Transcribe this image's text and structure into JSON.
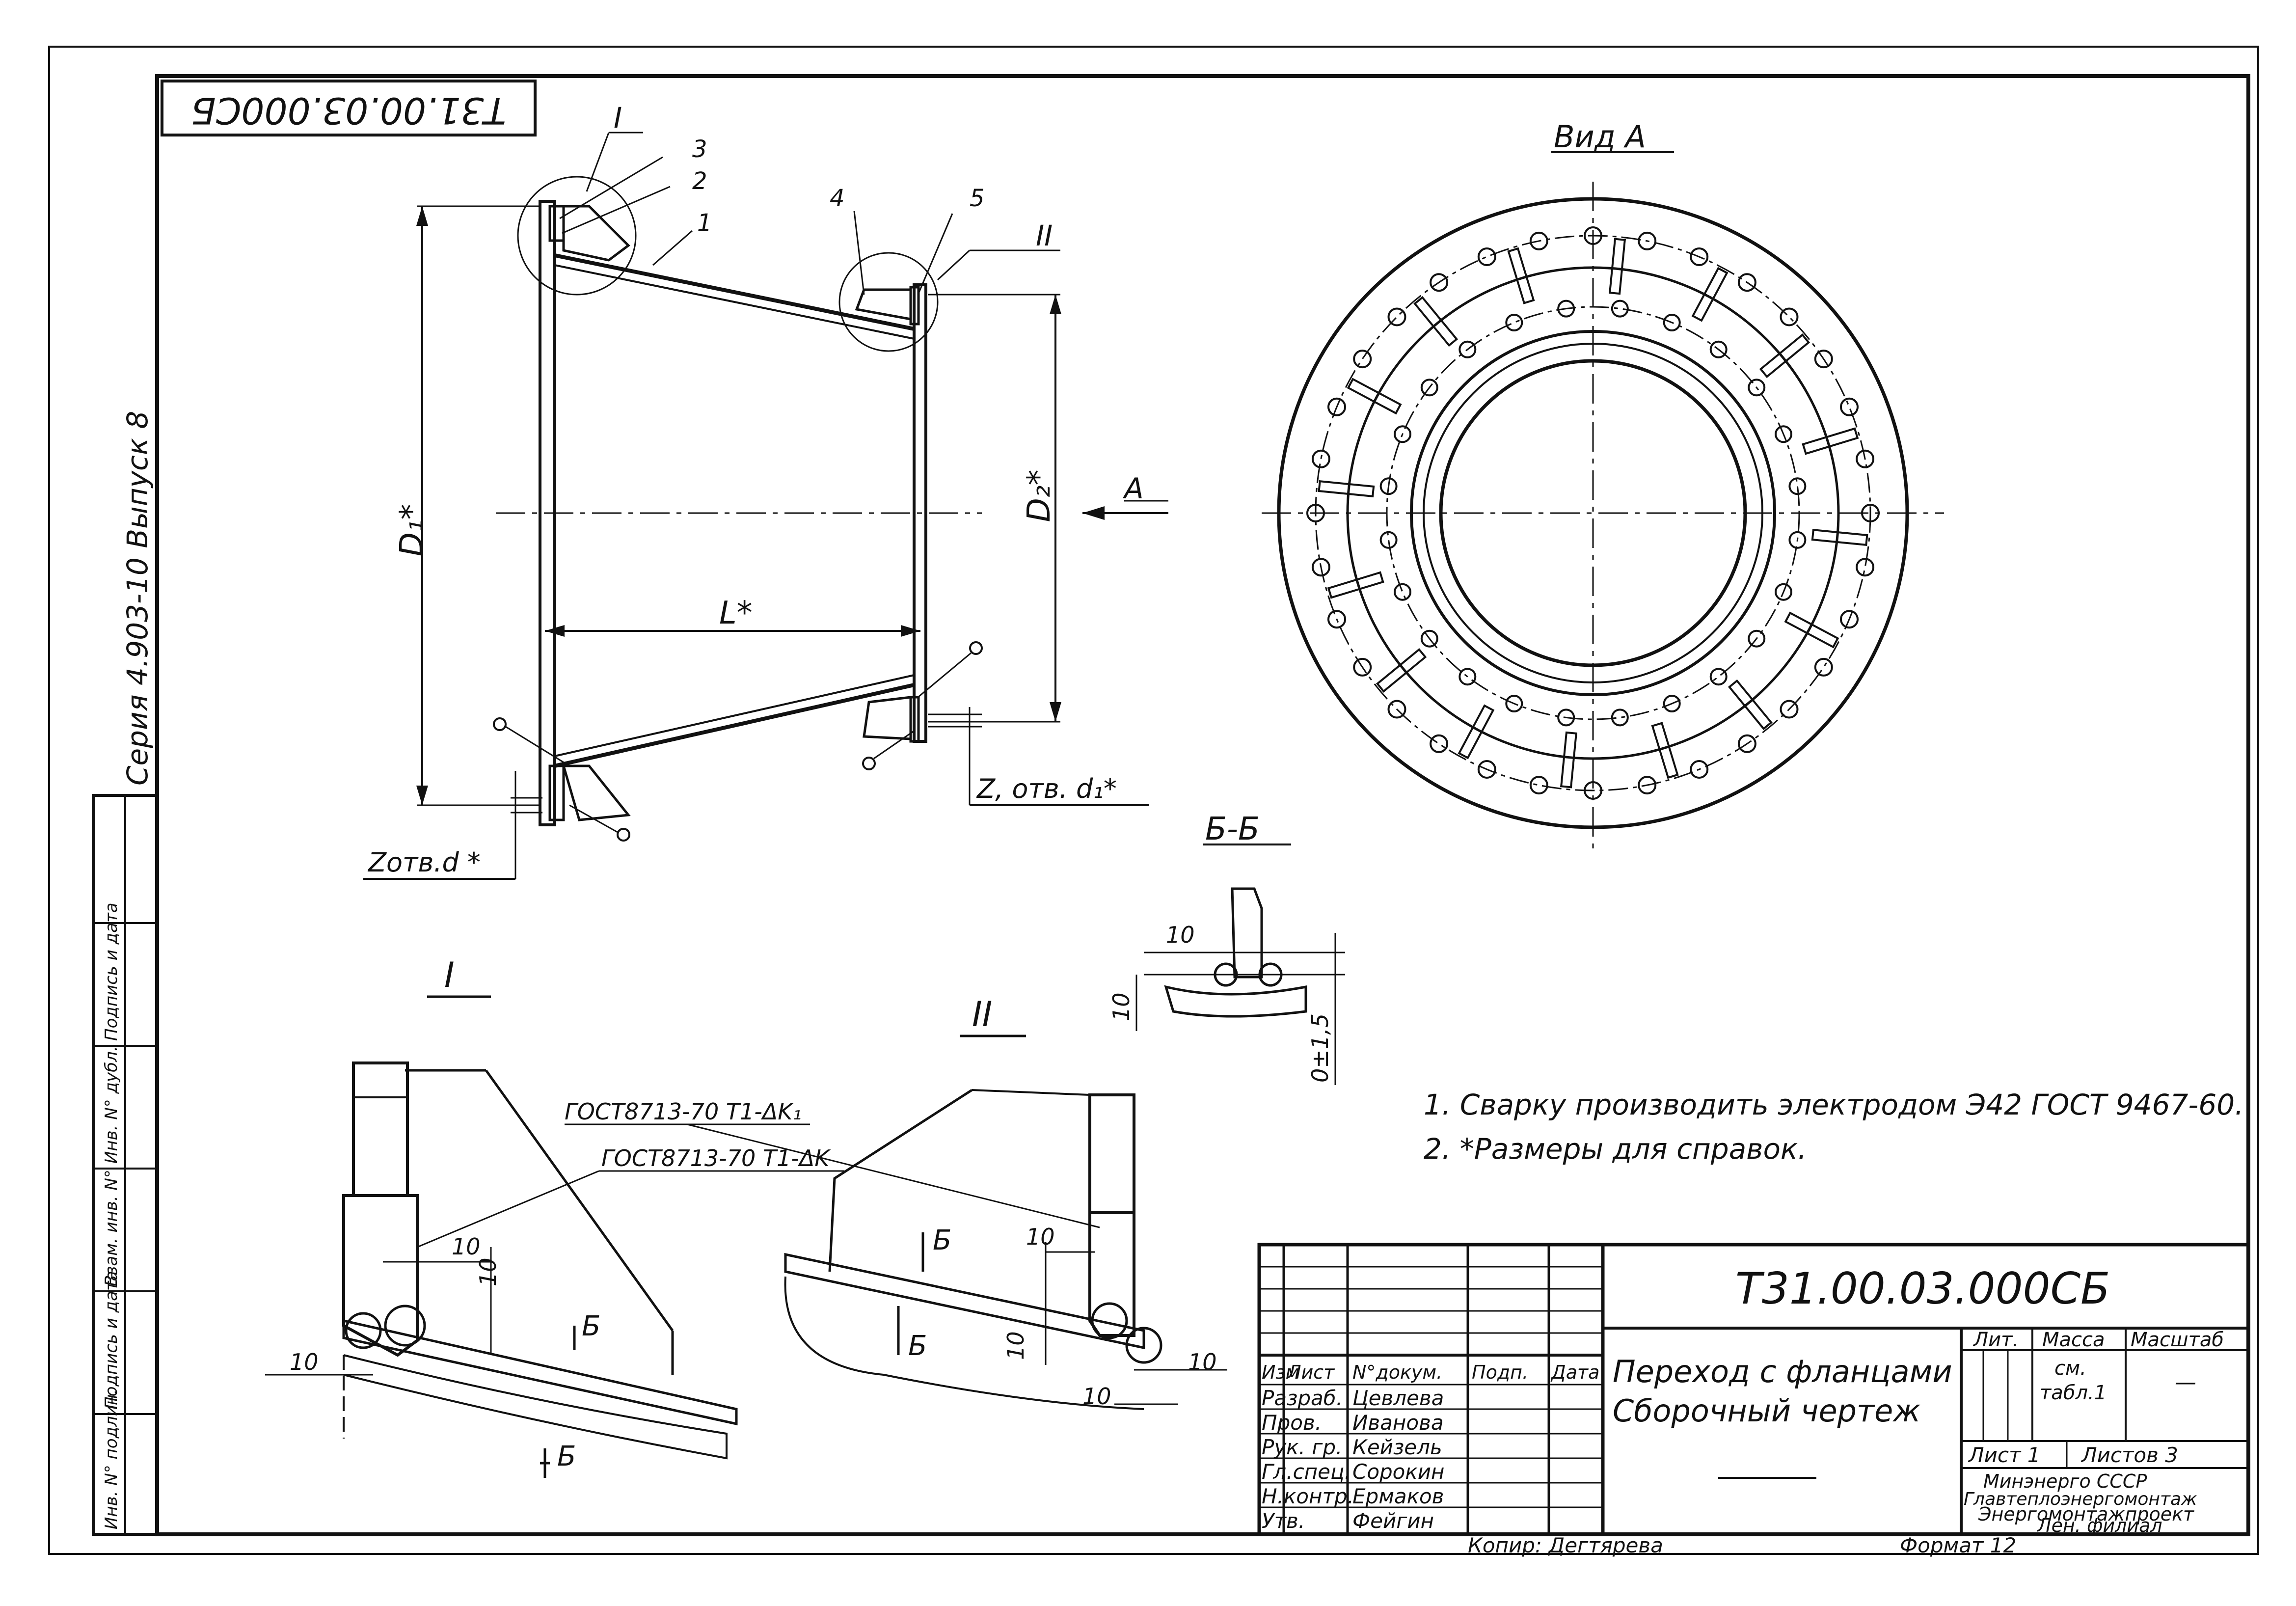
{
  "drawing": {
    "code_corner": "Т31.00.03.000СБ",
    "series": "Серия 4.903-10 Выпуск 8",
    "view_a_title": "Вид А",
    "view_a_arrow": "А",
    "labels": {
      "D1": "D₁*",
      "D2": "D₂*",
      "L": "L*",
      "z_d": "Zотв.d *",
      "z_d1": "Z, отв. d₁*",
      "pos1": "1",
      "pos2": "2",
      "pos3": "3",
      "pos4": "4",
      "pos5": "5",
      "node1": "I",
      "node2": "II"
    },
    "details": {
      "detail1_title": "I",
      "detail2_title": "II",
      "section_title": "Б-Б",
      "section_mark": "Б",
      "gost_k1": "ГОСТ8713-70 Т1-ΔK₁",
      "gost_k": "ГОСТ8713-70 Т1-ΔK",
      "dim10": "10",
      "tol": "0±1,5"
    },
    "notes": [
      "1.  Сварку производить электродом Э42 ГОСТ 9467-60.",
      "2.  *Размеры для справок."
    ]
  },
  "title_block": {
    "code": "Т31.00.03.000СБ",
    "name_line1": "Переход с фланцами",
    "name_line2": "Сборочный чертеж",
    "col_headers": [
      "Изм",
      "Лист",
      "N°докум.",
      "Подп.",
      "Дата"
    ],
    "rows": [
      {
        "role": "Разраб.",
        "name": "Цевлева"
      },
      {
        "role": "Пров.",
        "name": "Иванова"
      },
      {
        "role": "Рук. гр.",
        "name": "Кейзель"
      },
      {
        "role": "Гл.спец.",
        "name": "Сорокин"
      },
      {
        "role": "Н.контр.",
        "name": "Ермаков"
      },
      {
        "role": "Утв.",
        "name": "Фейгин"
      }
    ],
    "lit": "Лит.",
    "mass": "Масса",
    "scale": "Масштаб",
    "mass_value_1": "см.",
    "mass_value_2": "табл.1",
    "scale_value": "—",
    "sheet": "Лист 1",
    "sheets": "Листов 3",
    "org_lines": [
      "Минэнерго СССР",
      "Главтеплоэнергомонтаж",
      "Энергомонтажпроект",
      "Лен. филиал"
    ]
  },
  "side_strip": [
    "Инв. N° подлин.",
    "Подпись и дата",
    "Взам. инв. N°",
    "Инв. N° дубл.",
    "Подпись и дата"
  ],
  "footer": {
    "copy": "Копир: Дегтярева",
    "format": "Формат 12"
  }
}
